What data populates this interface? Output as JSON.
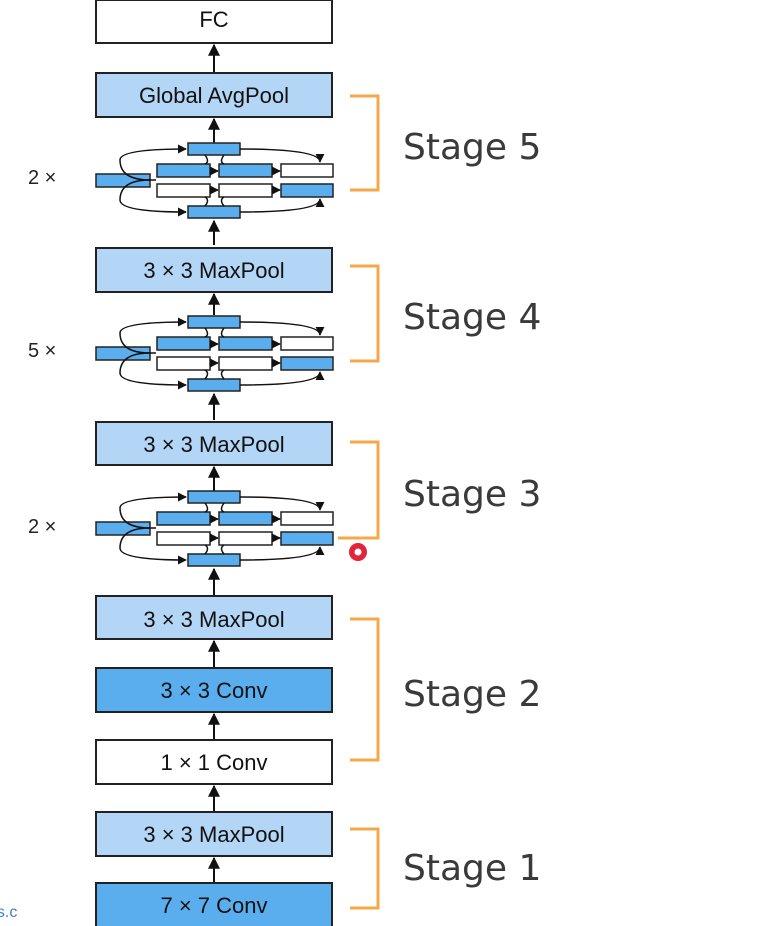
{
  "layers": {
    "fc": "FC",
    "global_avgpool": "Global AvgPool",
    "maxpool_s4": "3 × 3 MaxPool",
    "maxpool_s3": "3 × 3 MaxPool",
    "maxpool_s2": "3 × 3 MaxPool",
    "conv3x3_s2": "3 × 3 Conv",
    "conv1x1_s2": "1 × 1 Conv",
    "maxpool_s1": "3 × 3 MaxPool",
    "conv7x7_s1": "7 × 7 Conv"
  },
  "stages": [
    "Stage 5",
    "Stage 4",
    "Stage 3",
    "Stage 2",
    "Stage 1"
  ],
  "repeats": [
    "2 ×",
    "5 ×",
    "2 ×"
  ],
  "edge_fragment": "es.c",
  "colors": {
    "dark_blue": "#5aaeee",
    "light_blue": "#b3d6f6",
    "box_stroke": "#222222",
    "bracket": "#f5a84a",
    "cursor": "#e2233a"
  }
}
